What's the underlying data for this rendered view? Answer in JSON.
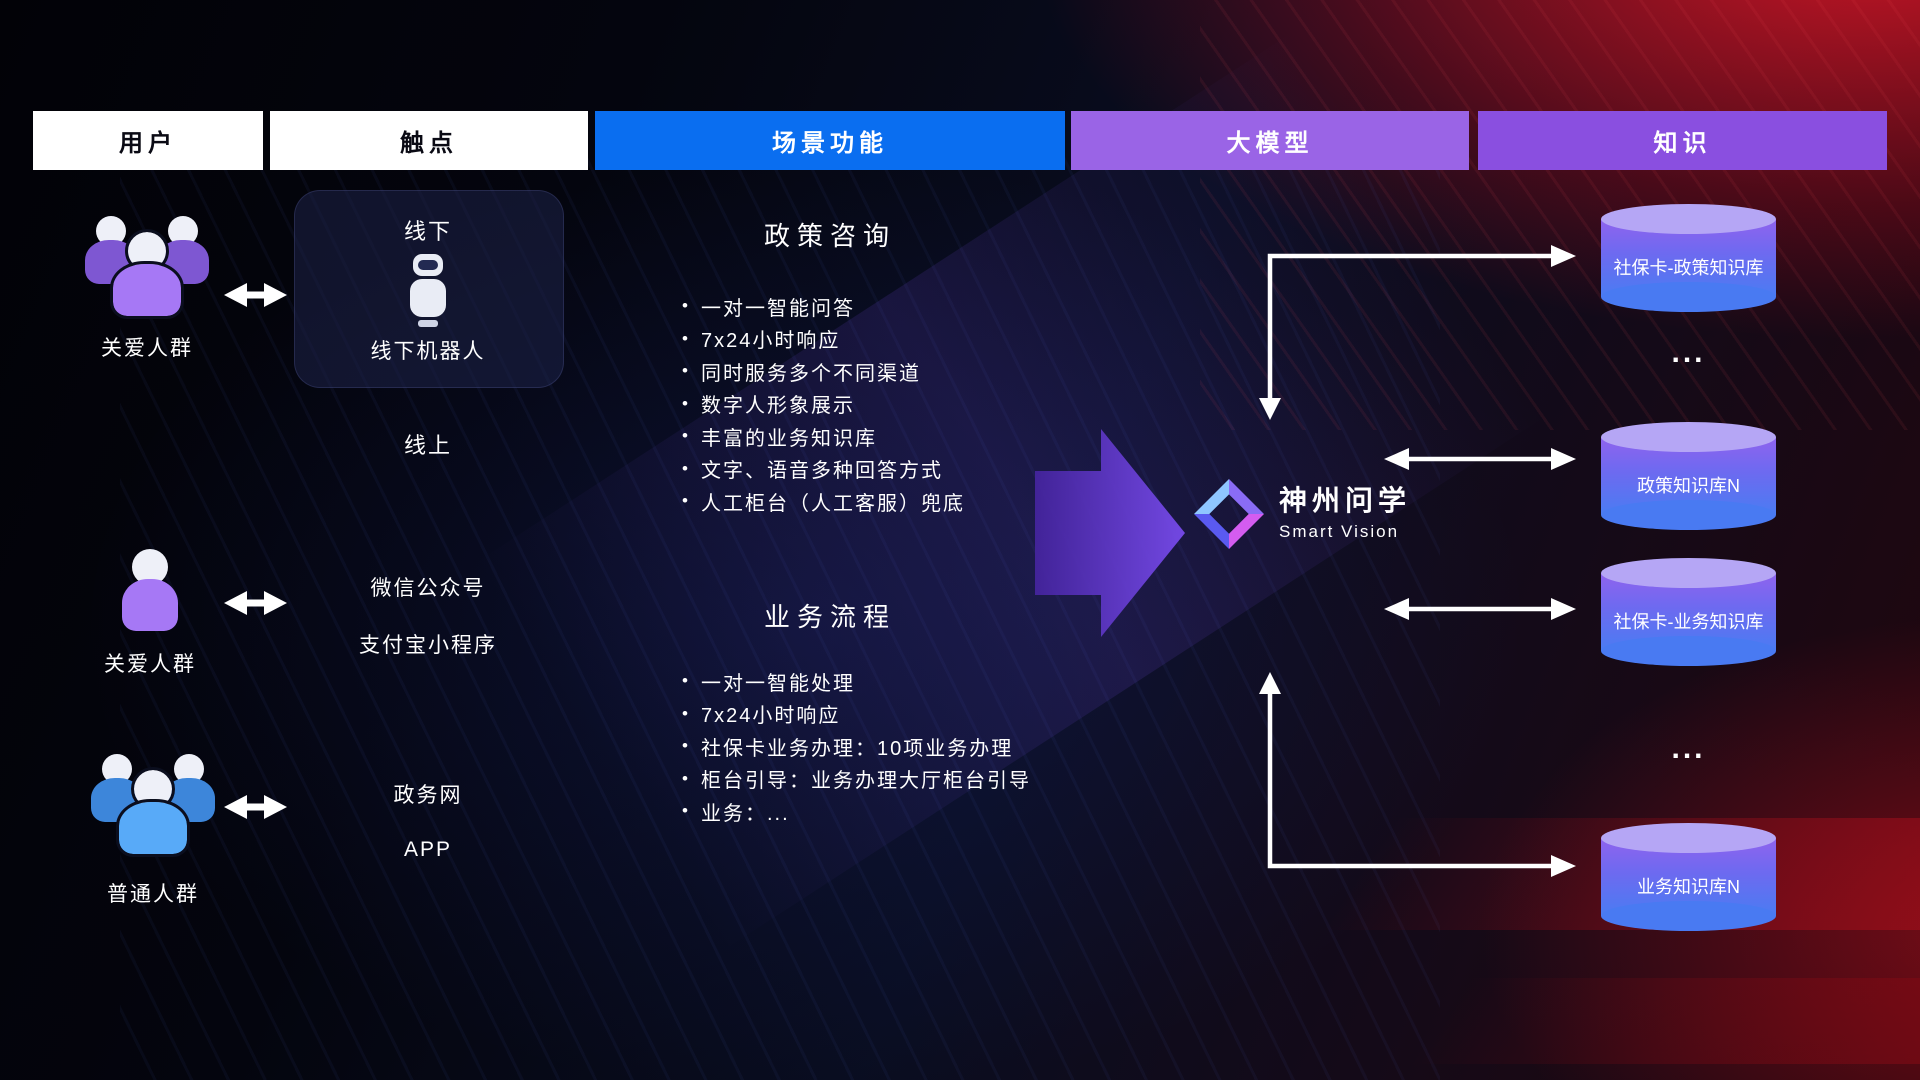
{
  "header": {
    "columns": [
      {
        "label": "用户"
      },
      {
        "label": "触点"
      },
      {
        "label": "场景功能"
      },
      {
        "label": "大模型"
      },
      {
        "label": "知识"
      }
    ]
  },
  "users": [
    {
      "label": "关爱人群"
    },
    {
      "label": "关爱人群"
    },
    {
      "label": "普通人群"
    }
  ],
  "touchpoints": {
    "offline_title": "线下",
    "offline_robot": "线下机器人",
    "online_title": "线上",
    "online_items": [
      "微信公众号",
      "支付宝小程序"
    ],
    "web_items": [
      "政务网",
      "APP"
    ]
  },
  "scene": {
    "sections": [
      {
        "title": "政策咨询",
        "bullets": [
          "一对一智能问答",
          "7x24小时响应",
          "同时服务多个不同渠道",
          "数字人形象展示",
          "丰富的业务知识库",
          "文字、语音多种回答方式",
          "人工柜台（人工客服）兜底"
        ]
      },
      {
        "title": "业务流程",
        "bullets": [
          "一对一智能处理",
          "7x24小时响应",
          "社保卡业务办理：10项业务办理",
          "柜台引导：业务办理大厅柜台引导",
          "业务：..."
        ]
      }
    ]
  },
  "model": {
    "brand": "神州问学",
    "brand_sub": "Smart Vision"
  },
  "knowledge": {
    "ellipsis": "...",
    "dbs": [
      "社保卡-政策知识库",
      "政策知识库N",
      "社保卡-业务知识库",
      "业务知识库N"
    ]
  },
  "colors": {
    "header_blue": "#0a6ef0",
    "header_purple": "#9a64e6",
    "header_violet": "#8a4fe0",
    "user_purple": "#a678f5",
    "user_blue": "#58aaf8",
    "big_arrow_purple": "#7a4cf0",
    "cylinder_top": "#b5a6f5",
    "cylinder_body_bottom": "#4a7cf2",
    "background_red": "#e81828"
  }
}
